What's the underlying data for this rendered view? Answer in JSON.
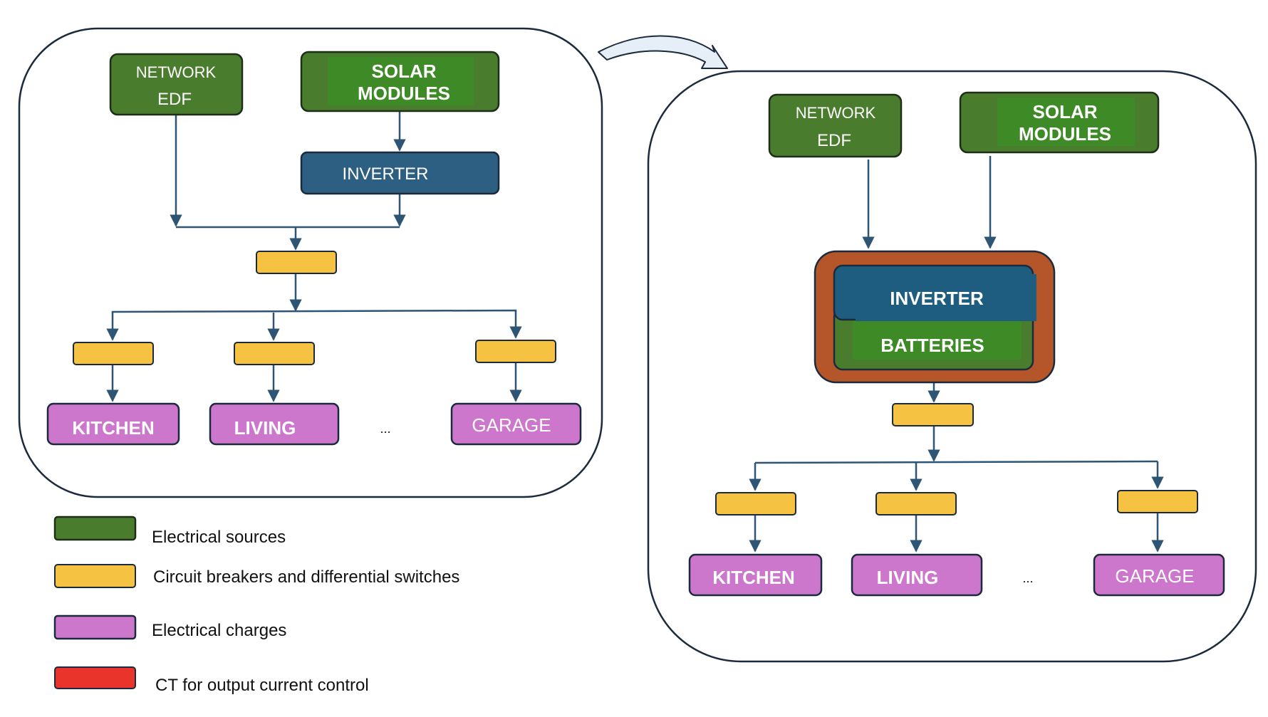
{
  "left": {
    "network_line1": "NETWORK",
    "network_line2": "EDF",
    "solar_line1": "SOLAR",
    "solar_line2": "MODULES",
    "inverter": "INVERTER",
    "loads": [
      "KITCHEN",
      "LIVING",
      "GARAGE"
    ],
    "ellipsis": "..."
  },
  "right": {
    "network_line1": "NETWORK",
    "network_line2": "EDF",
    "solar_line1": "SOLAR",
    "solar_line2": "MODULES",
    "inverter": "INVERTER",
    "batteries": "BATTERIES",
    "loads": [
      "KITCHEN",
      "LIVING",
      "GARAGE"
    ],
    "ellipsis": "..."
  },
  "legend": [
    {
      "label": "Electrical sources",
      "color": "#4a7c2e"
    },
    {
      "label": "Circuit breakers and differential switches",
      "color": "#f5c242"
    },
    {
      "label": "Electrical charges",
      "color": "#cc77cc"
    },
    {
      "label": "CT for output current control",
      "color": "#e8342a"
    }
  ],
  "colors": {
    "source": "#4a7c2e",
    "inverter": "#2c5f82",
    "breaker": "#f5c242",
    "load": "#cc77cc",
    "hybrid_frame": "#b5562a",
    "ct": "#e8342a"
  }
}
